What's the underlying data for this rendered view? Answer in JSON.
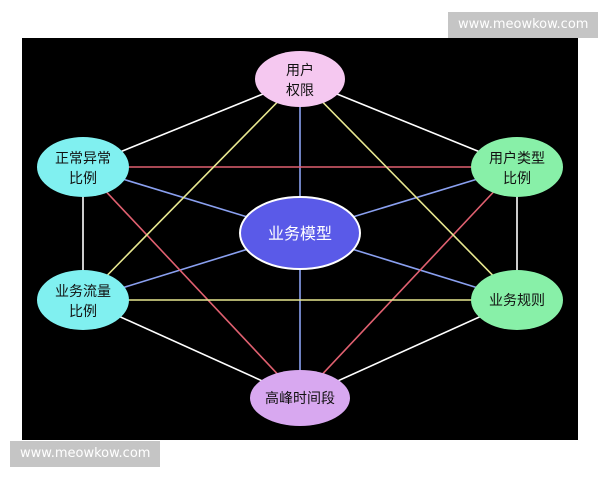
{
  "nodes": {
    "top": {
      "lines": [
        "用户",
        "权限"
      ]
    },
    "upper_left": {
      "lines": [
        "正常异常",
        "比例"
      ]
    },
    "upper_right": {
      "lines": [
        "用户类型",
        "比例"
      ]
    },
    "center": {
      "lines": [
        "业务模型"
      ]
    },
    "lower_left": {
      "lines": [
        "业务流量",
        "比例"
      ]
    },
    "lower_right": {
      "lines": [
        "业务规则"
      ]
    },
    "bottom": {
      "lines": [
        "高峰时间段"
      ]
    }
  },
  "colors": {
    "background": "#000000",
    "top_fill": "#f5c8f0",
    "left_fill": "#80f0f0",
    "right_fill": "#88f0a8",
    "bottom_fill": "#d8a8f0",
    "center_fill": "#5a5ae8",
    "center_stroke": "#ffffff",
    "edge_white": "#ffffff",
    "edge_blue": "#8aa0f0",
    "edge_red": "#e06070",
    "edge_yellow": "#e8e890"
  },
  "watermarks": {
    "top": "www.meowkow.com",
    "bottom": "www.meowkow.com"
  }
}
